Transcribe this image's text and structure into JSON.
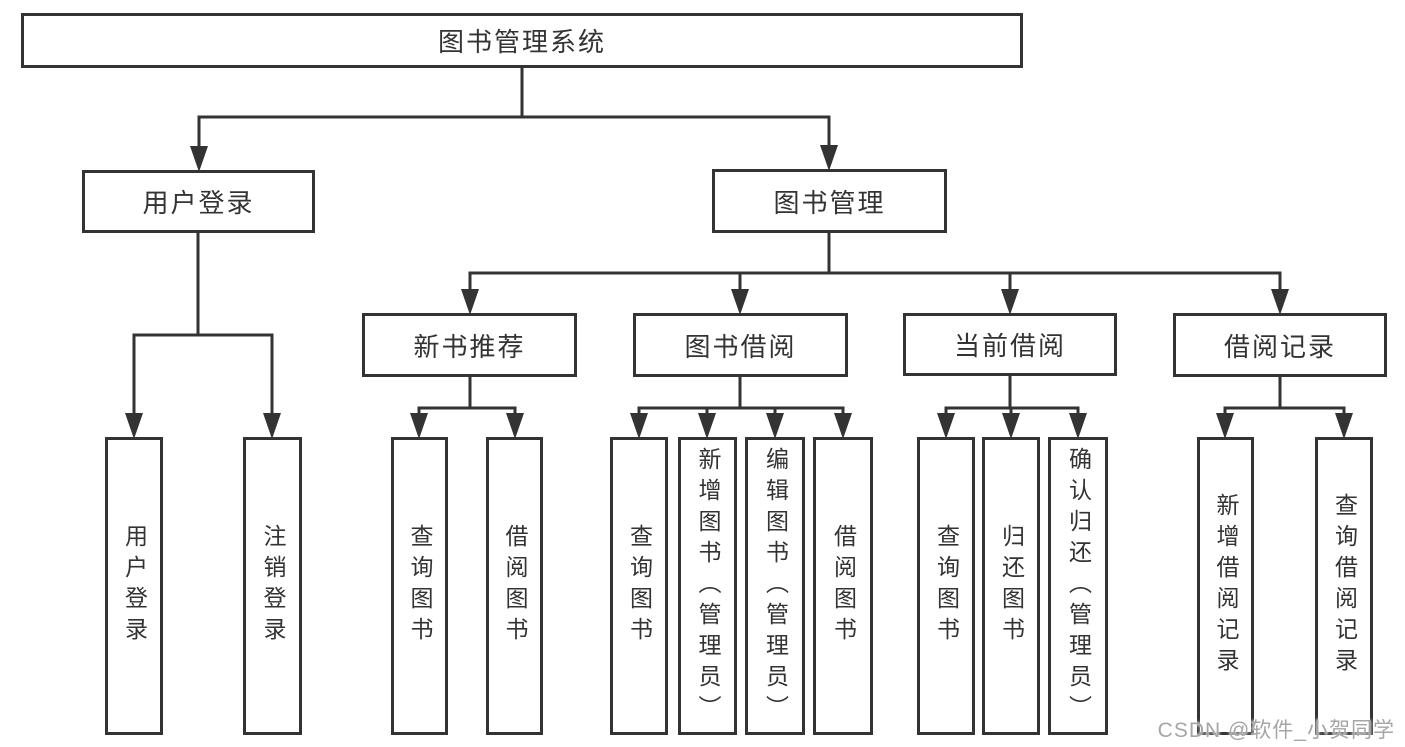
{
  "diagram": {
    "root": {
      "label": "图书管理系统"
    },
    "level2": [
      {
        "label": "用户登录"
      },
      {
        "label": "图书管理"
      }
    ],
    "level3": [
      {
        "label": "新书推荐"
      },
      {
        "label": "图书借阅"
      },
      {
        "label": "当前借阅"
      },
      {
        "label": "借阅记录"
      }
    ],
    "leaves": [
      {
        "label": "用户登录"
      },
      {
        "label": "注销登录"
      },
      {
        "label": "查询图书"
      },
      {
        "label": "借阅图书"
      },
      {
        "label": "查询图书"
      },
      {
        "label": "新增图书（管理员）"
      },
      {
        "label": "编辑图书（管理员）"
      },
      {
        "label": "借阅图书"
      },
      {
        "label": "查询图书"
      },
      {
        "label": "归还图书"
      },
      {
        "label": "确认归还（管理员）"
      },
      {
        "label": "新增借阅记录"
      },
      {
        "label": "查询借阅记录"
      }
    ],
    "colors": {
      "line": "#333333",
      "border": "#333333",
      "text": "#333333",
      "background": "#ffffff",
      "watermark": "#a6a6a6"
    }
  },
  "watermark": {
    "text": "CSDN @软件_小贺同学"
  }
}
